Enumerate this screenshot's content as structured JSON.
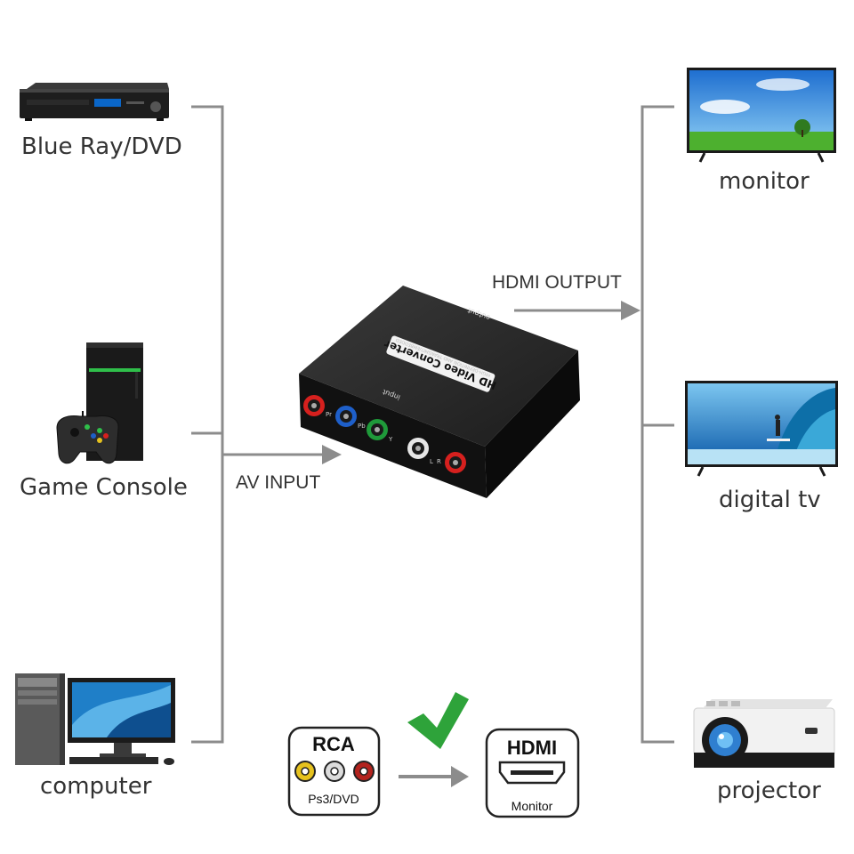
{
  "inputs": [
    {
      "id": "bluray",
      "label": "Blue Ray/DVD",
      "icon": "dvd-player-icon"
    },
    {
      "id": "console",
      "label": "Game Console",
      "icon": "game-console-icon"
    },
    {
      "id": "computer",
      "label": "computer",
      "icon": "desktop-computer-icon"
    }
  ],
  "outputs": [
    {
      "id": "monitor",
      "label": "monitor",
      "icon": "monitor-icon"
    },
    {
      "id": "digitaltv",
      "label": "digital tv",
      "icon": "tv-icon"
    },
    {
      "id": "projector",
      "label": "projector",
      "icon": "projector-icon"
    }
  ],
  "flows": {
    "av_input": "AV INPUT",
    "hdmi_output": "HDMI OUTPUT"
  },
  "device": {
    "title": "HD Video Converter",
    "subtitle": "HIGH-DEFINITION AND TRANSMIT/EMBEDDED",
    "output_label": "output",
    "input_label": "input",
    "port_labels": [
      "Pr",
      "Pb",
      "Y",
      "L",
      "R"
    ]
  },
  "badges": {
    "rca": {
      "title": "RCA",
      "subtitle": "Ps3/DVD"
    },
    "hdmi": {
      "title": "HDMI",
      "subtitle": "Monitor"
    }
  },
  "colors": {
    "line": "#8c8c8c",
    "check": "#2ea33a",
    "port_red": "#d6201e",
    "port_blue": "#1e5fc9",
    "port_green": "#1f9a3a",
    "port_white": "#e6e6e6"
  }
}
